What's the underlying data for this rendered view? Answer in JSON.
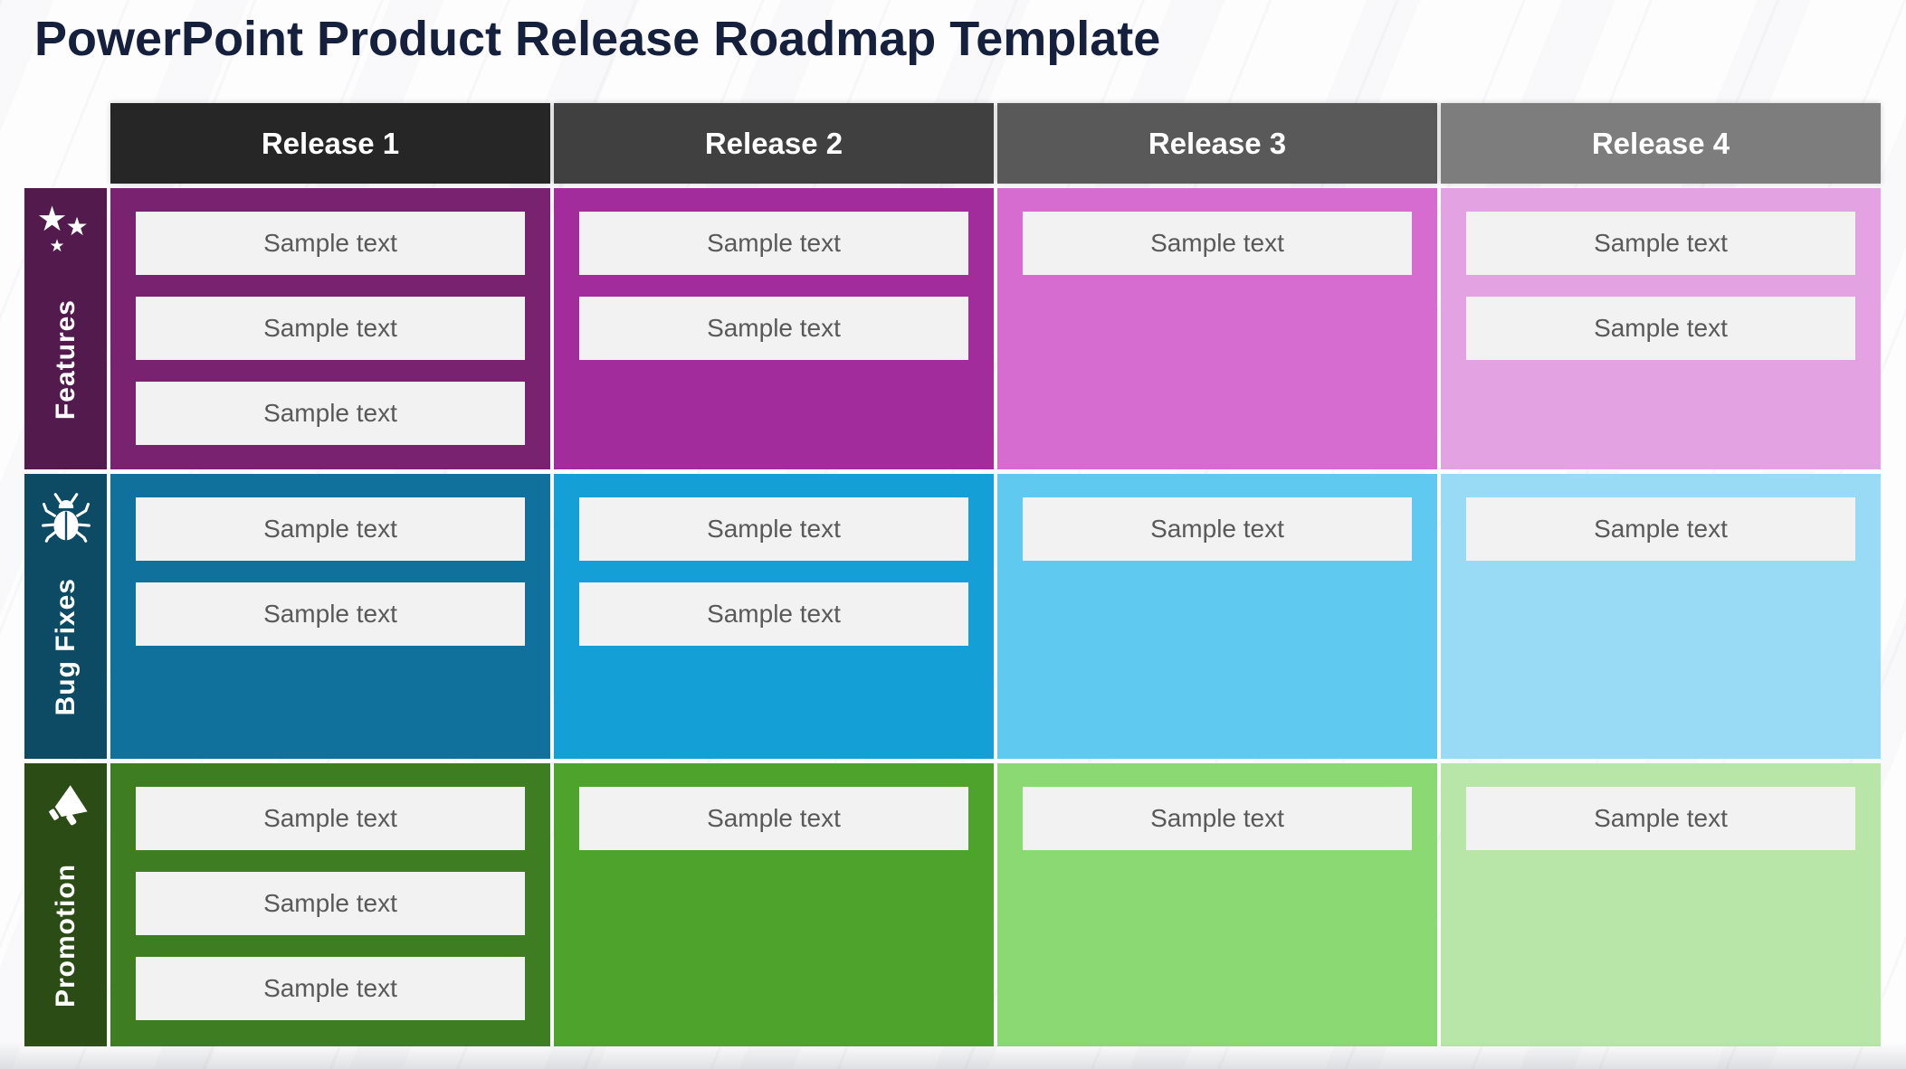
{
  "title": "PowerPoint Product Release Roadmap Template",
  "sample_box": {
    "bg": "#f2f2f2",
    "text_color": "#595959"
  },
  "columns": [
    {
      "label": "Release 1",
      "color": "#262626"
    },
    {
      "label": "Release 2",
      "color": "#404040"
    },
    {
      "label": "Release 3",
      "color": "#595959"
    },
    {
      "label": "Release 4",
      "color": "#7d7d7d"
    }
  ],
  "rows": [
    {
      "label": "Features",
      "icon": "stars-icon",
      "sidebar_color": "#531a4e",
      "cells": [
        {
          "color": "#79226f",
          "boxes": [
            "Sample text",
            "Sample text",
            "Sample text"
          ]
        },
        {
          "color": "#a22c9c",
          "boxes": [
            "Sample text",
            "Sample text"
          ]
        },
        {
          "color": "#d66ccf",
          "boxes": [
            "Sample text"
          ]
        },
        {
          "color": "#e3a3e3",
          "boxes": [
            "Sample text",
            "Sample text"
          ]
        }
      ]
    },
    {
      "label": "Bug Fixes",
      "icon": "bug-icon",
      "sidebar_color": "#0d4a63",
      "cells": [
        {
          "color": "#0f719c",
          "boxes": [
            "Sample text",
            "Sample text"
          ]
        },
        {
          "color": "#14a0d6",
          "boxes": [
            "Sample text",
            "Sample text"
          ]
        },
        {
          "color": "#5fc9ef",
          "boxes": [
            "Sample text"
          ]
        },
        {
          "color": "#99dbf5",
          "boxes": [
            "Sample text"
          ]
        }
      ]
    },
    {
      "label": "Promotion",
      "icon": "megaphone-icon",
      "sidebar_color": "#2b4d15",
      "cells": [
        {
          "color": "#3e7d22",
          "boxes": [
            "Sample text",
            "Sample text",
            "Sample text"
          ]
        },
        {
          "color": "#4da32b",
          "boxes": [
            "Sample text"
          ]
        },
        {
          "color": "#8bd973",
          "boxes": [
            "Sample text"
          ]
        },
        {
          "color": "#b7e6a8",
          "boxes": [
            "Sample text"
          ]
        }
      ]
    }
  ]
}
